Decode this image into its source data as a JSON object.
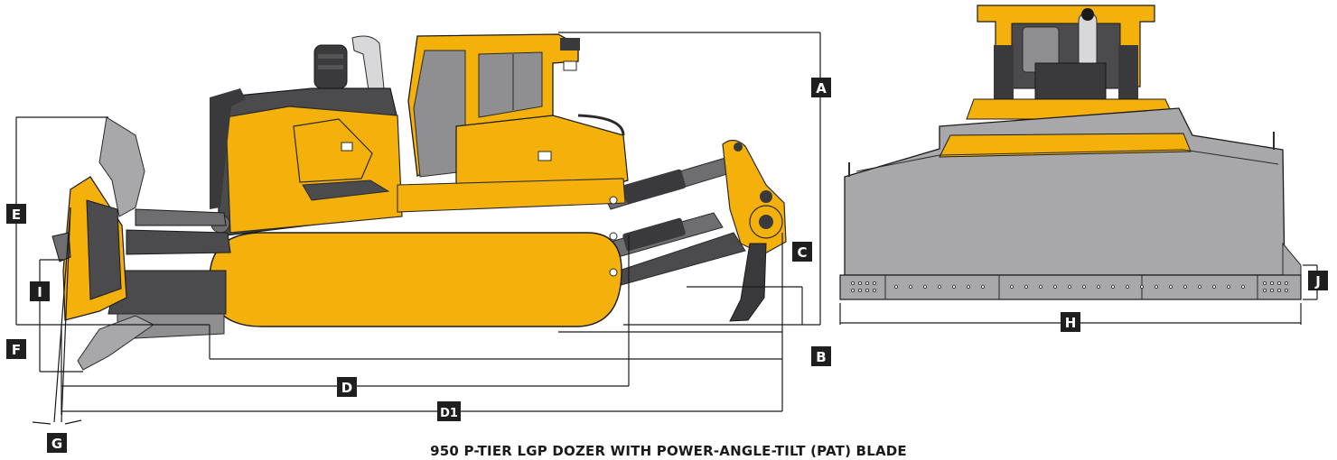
{
  "labels": {
    "a": "A",
    "b": "B",
    "c": "C",
    "d": "D",
    "d1": "D1",
    "e": "E",
    "f": "F",
    "g": "G",
    "h": "H",
    "i": "I",
    "j": "J"
  },
  "caption": "950 P-TIER LGP DOZER WITH POWER-ANGLE-TILT (PAT) BLADE",
  "colors": {
    "machine_yellow": "#F5B10B",
    "machine_dark": "#4B4B4D",
    "blade_gray": "#A8A8AA",
    "label_box": "#1F1F1F"
  }
}
